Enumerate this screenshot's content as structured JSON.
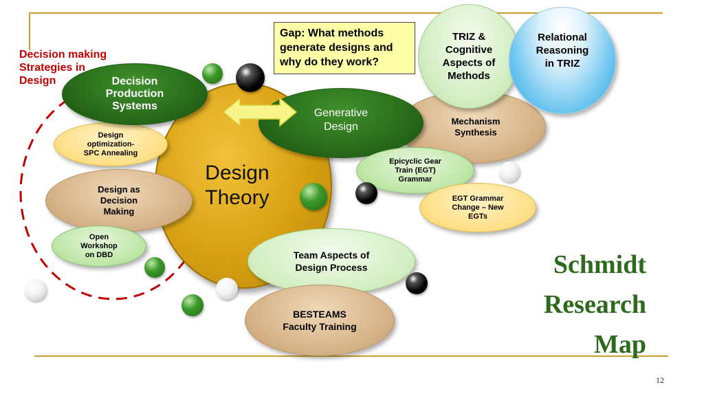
{
  "colors": {
    "rule": "#c9a227",
    "title_green": "#2d6a1e",
    "red": "#c00000",
    "dashed_circle": "#c00000"
  },
  "title": {
    "line1": "Schmidt",
    "line2": "Research",
    "line3": "Map"
  },
  "page_number": "12",
  "gap_box": {
    "line1": "Gap: What methods",
    "line2": "generate designs and",
    "line3": "why do they work?"
  },
  "red_label": {
    "line1": "Decision making",
    "line2": "Strategies in",
    "line3": "Design"
  },
  "nodes": {
    "design_theory": {
      "line1": "Design",
      "line2": "Theory"
    },
    "decision_production": {
      "line1": "Decision",
      "line2": "Production",
      "line3": "Systems"
    },
    "generative_design": {
      "line1": "Generative",
      "line2": "Design"
    },
    "design_optimization": {
      "line1": "Design",
      "line2": "optimization-",
      "line3": "SPC Annealing"
    },
    "design_decision": {
      "line1": "Design as",
      "line2": "Decision",
      "line3": "Making"
    },
    "open_workshop": {
      "line1": "Open",
      "line2": "Workshop",
      "line3": "on DBD"
    },
    "triz": {
      "line1": "TRIZ &",
      "line2": "Cognitive",
      "line3": "Aspects of",
      "line4": "Methods"
    },
    "relational": {
      "line1": "Relational",
      "line2": "Reasoning",
      "line3": "in TRIZ"
    },
    "mechanism": {
      "line1": "Mechanism",
      "line2": "Synthesis"
    },
    "epicyclic": {
      "line1": "Epicyclic Gear",
      "line2": "Train (EGT)",
      "line3": "Grammar"
    },
    "egt_change": {
      "line1": "EGT Grammar",
      "line2": "Change – New",
      "line3": "EGTs"
    },
    "team": {
      "line1": "Team Aspects of",
      "line2": "Design Process"
    },
    "besteams": {
      "line1": "BESTEAMS",
      "line2": "Faculty Training"
    }
  }
}
